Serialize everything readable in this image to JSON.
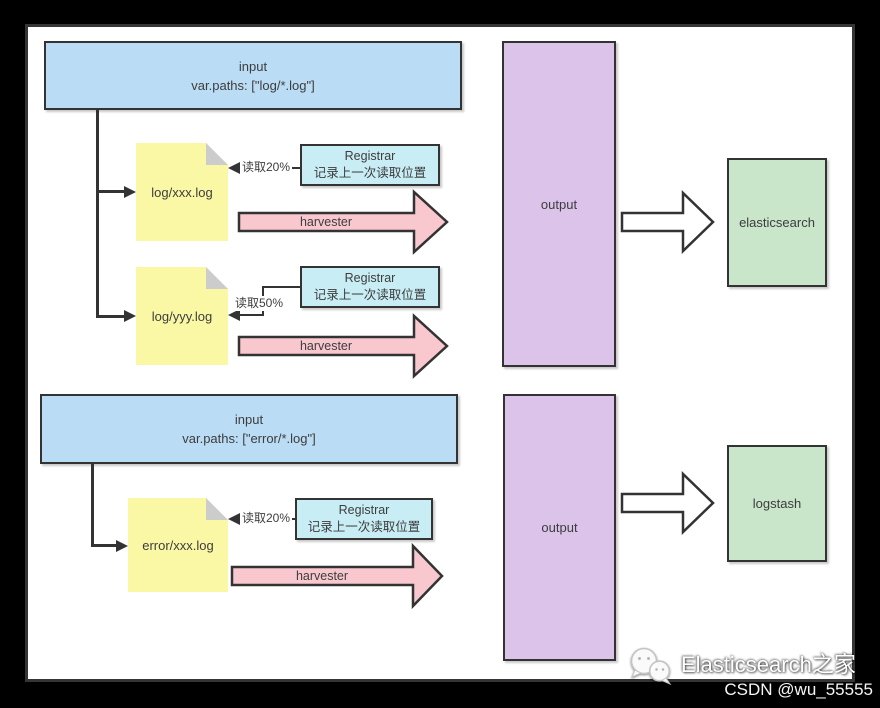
{
  "colors": {
    "page_bg": "#000000",
    "canvas_bg": "#ffffff",
    "stroke": "#333333",
    "text": "#3d3d3d",
    "input_fill": "#badcf4",
    "note_fill": "#fbf8a5",
    "note_fold": "#cccccc",
    "registrar_fill": "#c8edf5",
    "harvester_fill": "#f9c8cf",
    "output_fill": "#dcc3ea",
    "sink_fill": "#c9e5ca",
    "block_arrow_fill": "#ffffff"
  },
  "flows": [
    {
      "input_title": "input",
      "input_path": "var.paths: [\"log/*.log\"]",
      "files": [
        {
          "name": "log/xxx.log",
          "read_label": "读取20%",
          "registrar_title": "Registrar",
          "registrar_subtitle": "记录上一次读取位置",
          "harvester_label": "harvester"
        },
        {
          "name": "log/yyy.log",
          "read_label": "读取50%",
          "registrar_title": "Registrar",
          "registrar_subtitle": "记录上一次读取位置",
          "harvester_label": "harvester"
        }
      ],
      "output_label": "output",
      "sink_label": "elasticsearch"
    },
    {
      "input_title": "input",
      "input_path": "var.paths: [\"error/*.log\"]",
      "files": [
        {
          "name": "error/xxx.log",
          "read_label": "读取20%",
          "registrar_title": "Registrar",
          "registrar_subtitle": "记录上一次读取位置",
          "harvester_label": "harvester"
        }
      ],
      "output_label": "output",
      "sink_label": "logstash"
    }
  ],
  "watermark": {
    "brand": "Elasticsearch之家",
    "credit": "CSDN @wu_55555"
  }
}
